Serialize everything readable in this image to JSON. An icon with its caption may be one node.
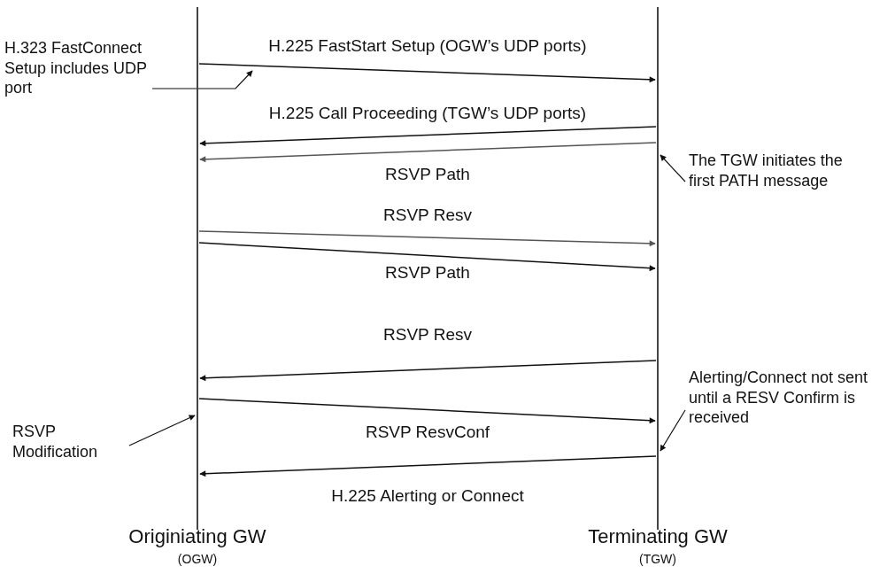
{
  "diagram": {
    "nodes": [
      {
        "text": [
          "Originiating GW",
          "(OGW)"
        ]
      },
      {
        "text": [
          "Terminating GW",
          "(TGW)"
        ]
      },
      {
        "text": [
          "H.323 FastConnect Setup includes UDP port"
        ]
      },
      {
        "text": [
          "The TGW initiates the first PATH message"
        ]
      },
      {
        "text": [
          "Alerting/Connect not sent until a RESV Confirm is received"
        ]
      },
      {
        "text": [
          "RSVP Modification"
        ]
      }
    ],
    "edges": [
      {
        "from": 0,
        "to": 1,
        "arrow": "to",
        "label": "H.225 FastStart Setup (OGW’s UDP ports)"
      },
      {
        "from": 1,
        "to": 0,
        "arrow": "to",
        "label": "H.225 Call Proceeding (TGW’s UDP ports)"
      },
      {
        "from": 1,
        "to": 0,
        "arrow": "to",
        "label": "RSVP Path",
        "color": "#555555"
      },
      {
        "from": 0,
        "to": 1,
        "arrow": "to",
        "label": "RSVP Resv",
        "color": "#555555"
      },
      {
        "from": 0,
        "to": 1,
        "arrow": "to",
        "label": "RSVP Path"
      },
      {
        "from": 1,
        "to": 0,
        "arrow": "to",
        "label": "RSVP Resv"
      },
      {
        "from": 0,
        "to": 1,
        "arrow": "to",
        "label": "RSVP ResvConf"
      },
      {
        "from": 1,
        "to": 0,
        "arrow": "to",
        "label": "H.225 Alerting or Connect"
      },
      {
        "from": 2,
        "to": null,
        "arrow": "to"
      },
      {
        "from": 3,
        "to": 1,
        "arrow": "to"
      },
      {
        "from": 4,
        "to": 1,
        "arrow": "to"
      },
      {
        "from": 5,
        "to": 0,
        "arrow": "to"
      }
    ]
  }
}
